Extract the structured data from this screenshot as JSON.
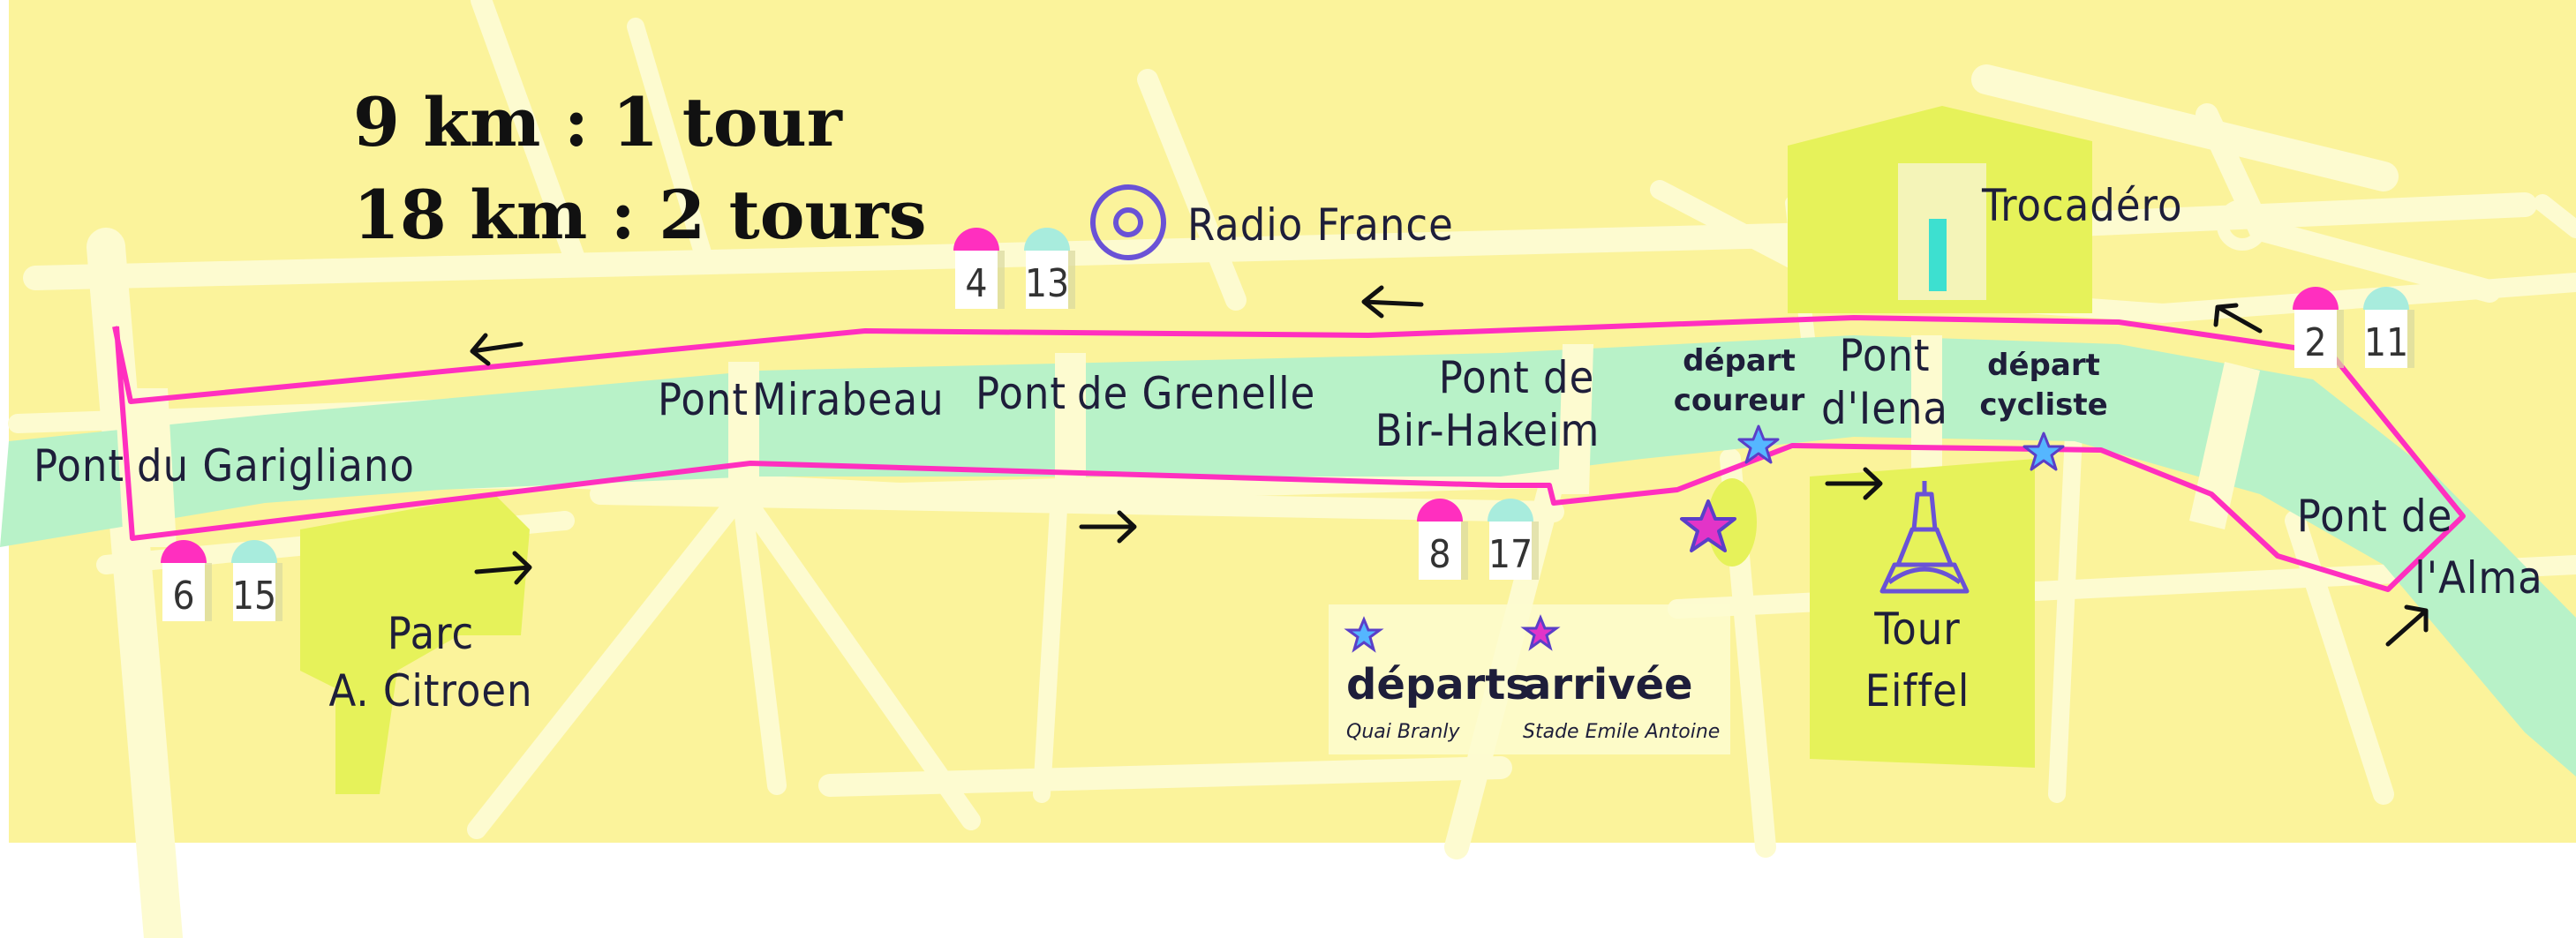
{
  "distances": {
    "line1": "9 km : 1 tour",
    "line2": "18 km : 2 tours"
  },
  "places": {
    "radio_france": "Radio France",
    "trocadero": "Trocadéro",
    "parc_line1": "Parc",
    "parc_line2": "A. Citroen",
    "tour_line1": "Tour",
    "tour_line2": "Eiffel"
  },
  "bridges": {
    "garigliano_a": "Pont",
    "garigliano_b": "du Garigliano",
    "mirabeau_a": "Pont",
    "mirabeau_b": "Mirabeau",
    "grenelle_a": "Pont",
    "grenelle_b": "de Grenelle",
    "bir_a": "Pont de",
    "bir_b": "Bir-Hakeim",
    "iena_a": "Pont",
    "iena_b": "d'Iena",
    "alma_a": "Pont de",
    "alma_b": "l'Alma"
  },
  "starts": {
    "runner_a": "départ",
    "runner_b": "coureur",
    "cyclist_a": "départ",
    "cyclist_b": "cycliste"
  },
  "legend": {
    "departs": "départs",
    "departs_sub": "Quai Branly",
    "arrivee": "arrivée",
    "arrivee_sub": "Stade Emile Antoine"
  },
  "stations": [
    {
      "id": "a",
      "metro": "4",
      "bus": "13"
    },
    {
      "id": "b",
      "metro": "6",
      "bus": "15"
    },
    {
      "id": "c",
      "metro": "8",
      "bus": "17"
    },
    {
      "id": "d",
      "metro": "2",
      "bus": "11"
    }
  ],
  "colors": {
    "land": "#fbf39b",
    "road": "#fdfbd0",
    "river": "#b8f2c8",
    "park": "#e6f25a",
    "route": "#ff2fbf",
    "start_star": "#55b6ff",
    "finish_star": "#e234c8",
    "metro_badge": "#ff2fbf",
    "bus_badge": "#a8ecdd"
  }
}
